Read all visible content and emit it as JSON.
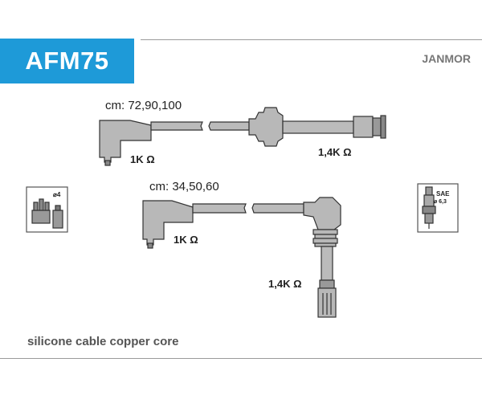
{
  "header": {
    "code": "AFM75",
    "brand": "JANMOR"
  },
  "cable_set_1": {
    "lengths_label": "cm: 72,90,100",
    "resistance_left": "1K Ω",
    "resistance_right": "1,4K Ω"
  },
  "cable_set_2": {
    "lengths_label": "cm: 34,50,60",
    "resistance_left": "1K Ω",
    "resistance_bottom": "1,4K Ω"
  },
  "left_icon": {
    "label": "⌀4"
  },
  "right_icon": {
    "label_top": "SAE",
    "label_bottom": "⌀ 6,3"
  },
  "footer": {
    "description": "silicone cable copper core"
  }
}
